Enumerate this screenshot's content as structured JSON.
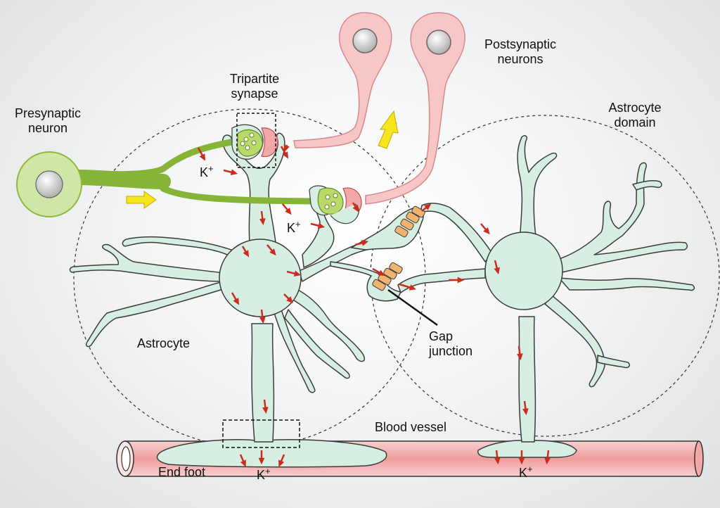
{
  "labels": {
    "presynaptic_line1": "Presynaptic",
    "presynaptic_line2": "neuron",
    "tripartite_line1": "Tripartite",
    "tripartite_line2": "synapse",
    "postsynaptic_line1": "Postsynaptic",
    "postsynaptic_line2": "neurons",
    "astrocyte_domain_line1": "Astrocyte",
    "astrocyte_domain_line2": "domain",
    "astrocyte": "Astrocyte",
    "gap_junction_line1": "Gap",
    "gap_junction_line2": "junction",
    "blood_vessel": "Blood vessel",
    "end_foot": "End foot"
  },
  "ion": {
    "symbol": "K",
    "charge": "+"
  },
  "colors": {
    "presynaptic": "#cfe6a6",
    "presynaptic_outline": "#8fb83e",
    "axon": "#86b436",
    "postsynaptic": "#f7c6c6",
    "postsynaptic_outline": "#d98989",
    "astrocyte": "#d7eee3",
    "astrocyte_outline": "#3c3c3c",
    "k_arrow": "#cc2b1d",
    "flow_arrow": "#f5e51d",
    "blood_vessel": "#f1b4b4",
    "gap_junction": "#f2b36e"
  }
}
